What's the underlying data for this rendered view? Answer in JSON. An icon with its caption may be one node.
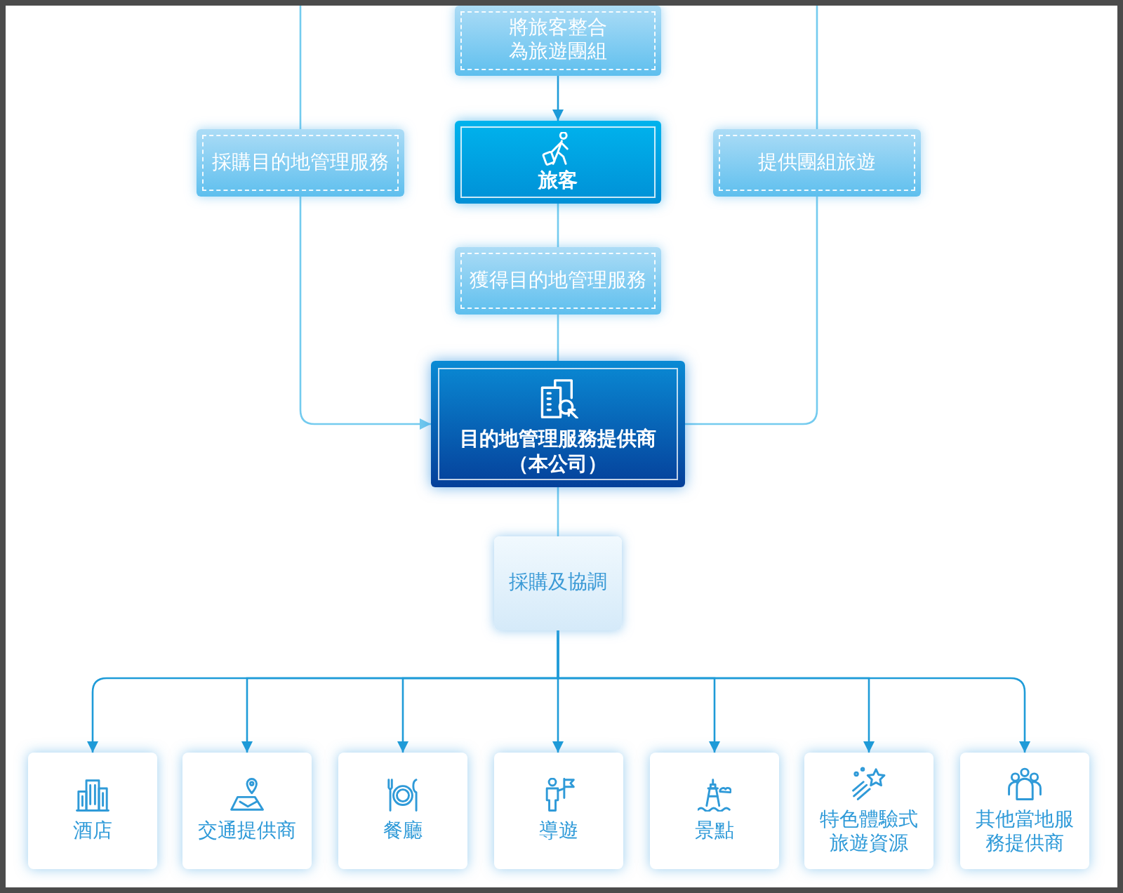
{
  "diagram": {
    "nodes": [
      {
        "text": [
          "將旅客整合為旅遊團組"
        ]
      },
      {
        "text": [
          "採購目的地管理服務"
        ]
      },
      {
        "text": [
          "旅客"
        ]
      },
      {
        "text": [
          "提供團組旅遊"
        ]
      },
      {
        "text": [
          "獲得目的地管理服務"
        ]
      },
      {
        "text": [
          "目的地管理服務提供商（本公司）"
        ]
      },
      {
        "text": [
          "採購及協調"
        ]
      },
      {
        "text": [
          "酒店"
        ]
      },
      {
        "text": [
          "交通提供商"
        ]
      },
      {
        "text": [
          "餐廳"
        ]
      },
      {
        "text": [
          "導遊"
        ]
      },
      {
        "text": [
          "景點"
        ]
      },
      {
        "text": [
          "特色體驗式旅遊資源"
        ]
      },
      {
        "text": [
          "其他當地服務提供商"
        ]
      }
    ],
    "edges": [
      {
        "from": null,
        "to": 1,
        "arrow": "none",
        "color": "#74cbef"
      },
      {
        "from": 1,
        "to": 5,
        "arrow": "to",
        "color": "#74cbef"
      },
      {
        "from": 0,
        "to": 2,
        "arrow": "to"
      },
      {
        "from": 2,
        "to": 4,
        "arrow": "none",
        "color": "#74cbef"
      },
      {
        "from": 4,
        "to": 5,
        "arrow": "none",
        "color": "#74cbef"
      },
      {
        "from": 5,
        "to": 3,
        "arrow": "none",
        "color": "#74cbef"
      },
      {
        "from": 3,
        "to": null,
        "arrow": "none",
        "color": "#74cbef"
      },
      {
        "from": 5,
        "to": 6,
        "arrow": "none",
        "color": "#74cbef"
      },
      {
        "from": 6,
        "to": 7,
        "arrow": "to"
      },
      {
        "from": 6,
        "to": 8,
        "arrow": "to"
      },
      {
        "from": 6,
        "to": 9,
        "arrow": "to"
      },
      {
        "from": 6,
        "to": 10,
        "arrow": "to"
      },
      {
        "from": 6,
        "to": 11,
        "arrow": "to"
      },
      {
        "from": 6,
        "to": 12,
        "arrow": "to"
      },
      {
        "from": 6,
        "to": 13,
        "arrow": "to"
      }
    ]
  }
}
